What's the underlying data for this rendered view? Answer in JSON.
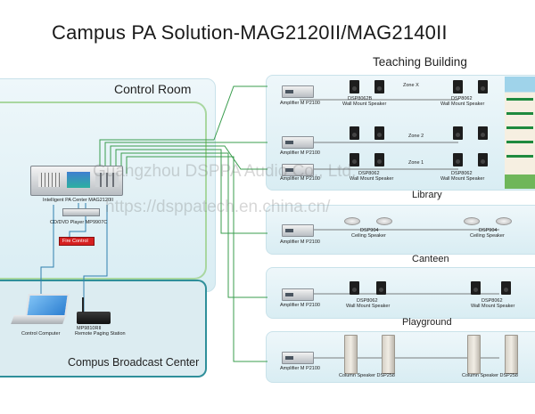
{
  "title": "Campus PA Solution-MAG2120II/MAG2140II",
  "zones": {
    "teaching": "Teaching Building",
    "control": "Control Room",
    "library": "Library",
    "canteen": "Canteen",
    "playground": "Playground",
    "broadcast": "Compus Broadcast Center"
  },
  "control_room": {
    "pa_center": "Intelligent PA Center MAG2120II",
    "cd_player": "CD/DVD Player MP9907C",
    "fire": "Fire Control",
    "computer": "Control Computer",
    "station_model": "MP9810RII",
    "station_name": "Remote Paging Station"
  },
  "teaching": {
    "amp1": "Amplifier M P2100",
    "amp2": "Amplifier M P2100",
    "amp3": "Amplifier M P2100",
    "zone_x": "Zone X",
    "zone_2": "Zone 2",
    "zone_1": "Zone 1",
    "spk_a_model": "DSP8062B",
    "spk_a_name": "Wall Mount Speaker",
    "spk_b_model": "DSP8062",
    "spk_b_name": "Wall Mount Speaker",
    "spk_c_model": "DSP8062",
    "spk_c_name": "Wall Mount Speaker",
    "spk_d_model": "DSP8062",
    "spk_d_name": "Wall Mount Speaker"
  },
  "library": {
    "amp": "Amplifier M P2100",
    "spk1_model": "DSP904",
    "spk1_name": "Ceiling Speaker",
    "spk2_model": "DSP904",
    "spk2_name": "Ceiling Speaker"
  },
  "canteen": {
    "amp": "Amplifier M P2100",
    "spk1_model": "DSP8062",
    "spk1_name": "Wall Mount Speaker",
    "spk2_model": "DSP8062",
    "spk2_name": "Wall Mount Speaker"
  },
  "playground": {
    "amp": "Amplifier M P2100",
    "spk1": "Column Speaker DSP258",
    "spk2": "Column Speaker DSP258"
  },
  "watermark": {
    "line1": "Guangzhou DSPPA Audio Co., Ltd.",
    "line2": "https://dsppatech.en.china.cn/"
  },
  "colors": {
    "zone_fill": "#e3f1f6",
    "control_border": "#a9d7a0",
    "broadcast_border": "#2f8f9a",
    "wire_green": "#3a9d4e",
    "wire_blue": "#2f7fae",
    "fire": "#d62020"
  }
}
